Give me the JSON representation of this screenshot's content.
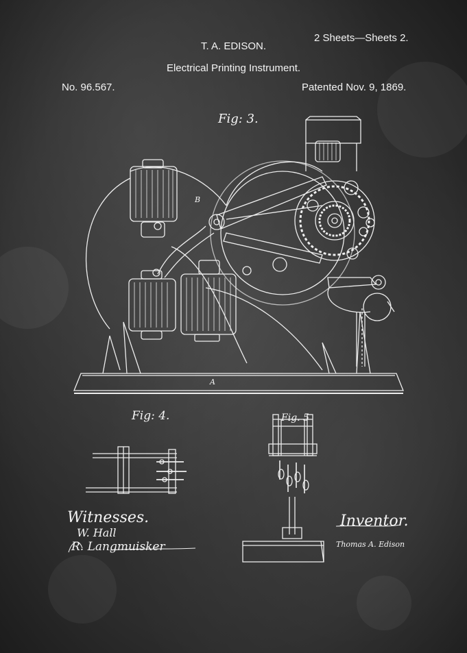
{
  "header": {
    "inventor_name": "T. A. EDISON.",
    "sheets": "2 Sheets—Sheets 2.",
    "invention_title": "Electrical Printing Instrument.",
    "patent_number": "No. 96.567.",
    "patent_date": "Patented Nov. 9, 1869."
  },
  "figures": {
    "fig3": "Fig: 3.",
    "fig4": "Fig: 4.",
    "fig5": "Fig. 5"
  },
  "labels": {
    "base": "A",
    "b": "B"
  },
  "signatures": {
    "witnesses_label": "Witnesses.",
    "witness_1": "W. Hall",
    "witness_2": "R. Langmuisker",
    "inventor_label": "Inventor.",
    "inventor_signature": "Thomas A. Edison"
  },
  "colors": {
    "background": "#2f2f2f",
    "ink": "#f4f4f4"
  }
}
